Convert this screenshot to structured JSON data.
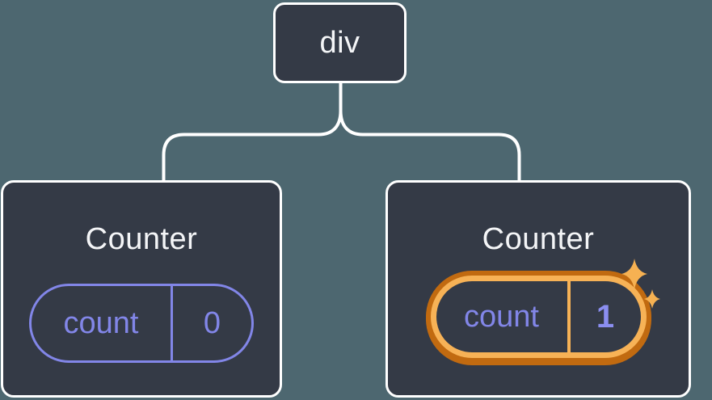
{
  "diagram": {
    "description": "React component tree: div root with two Counter children and their count state",
    "root": {
      "label": "div"
    },
    "children": [
      {
        "title": "Counter",
        "state": {
          "key": "count",
          "value": "0"
        },
        "highlighted": false
      },
      {
        "title": "Counter",
        "state": {
          "key": "count",
          "value": "1"
        },
        "highlighted": true
      }
    ],
    "icons": [
      {
        "name": "sparkles-icon",
        "meaning": "state freshly updated / re-rendered"
      }
    ],
    "colors": {
      "bg": "#4d6770",
      "node": "#343a46",
      "node-border": "#ffffff",
      "line": "#ffffff",
      "text": "#f4f5f7",
      "purple": "#8286e8",
      "value-bold": "#8b8ef0",
      "ring-outer": "#c16a10",
      "ring-inner": "#f7b256",
      "sparkle": "#f6b152"
    }
  }
}
